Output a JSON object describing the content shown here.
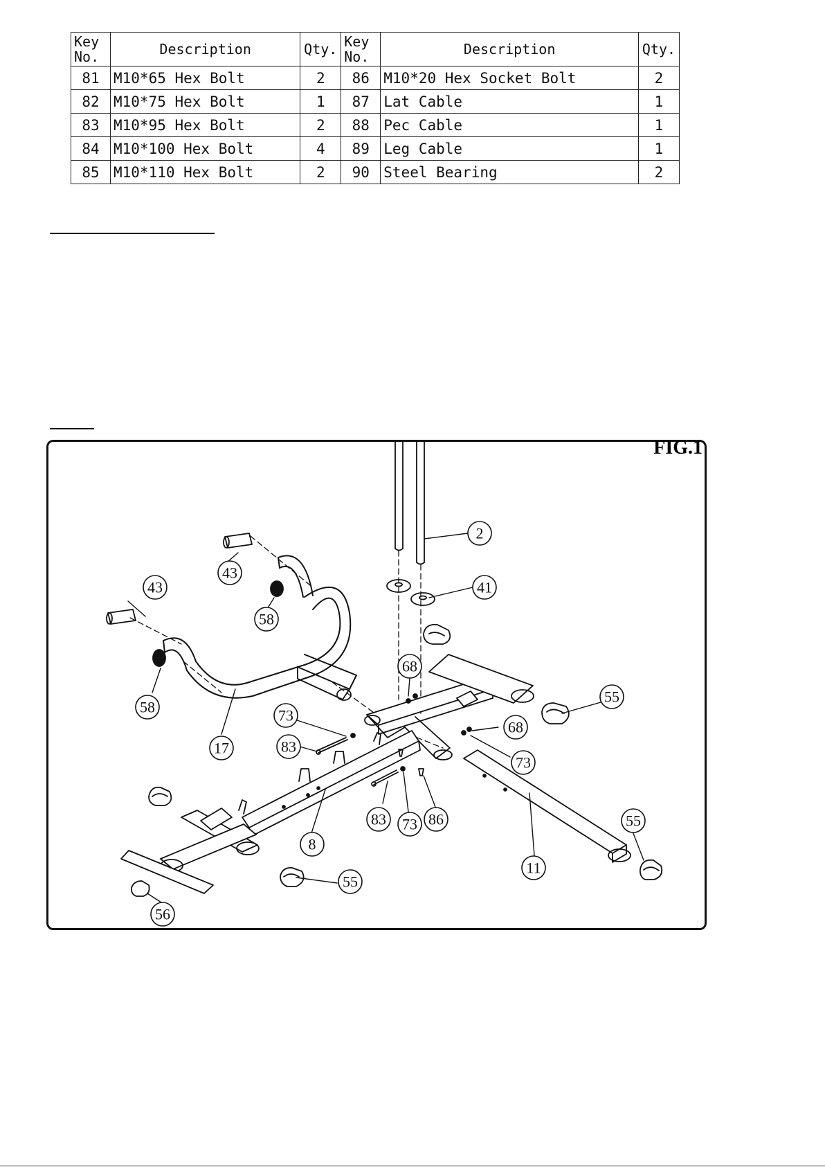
{
  "parts_table": {
    "headers": {
      "key_no_line1": "Key",
      "key_no_line2": "No.",
      "description": "Description",
      "qty": "Qty."
    },
    "rows": [
      {
        "left": {
          "key": "81",
          "desc": "M10*65 Hex Bolt",
          "qty": "2"
        },
        "right": {
          "key": "86",
          "desc": "M10*20 Hex Socket Bolt",
          "qty": "2"
        }
      },
      {
        "left": {
          "key": "82",
          "desc": "M10*75 Hex Bolt",
          "qty": "1"
        },
        "right": {
          "key": "87",
          "desc": "Lat Cable",
          "qty": "1"
        }
      },
      {
        "left": {
          "key": "83",
          "desc": "M10*95 Hex Bolt",
          "qty": "2"
        },
        "right": {
          "key": "88",
          "desc": "Pec Cable",
          "qty": "1"
        }
      },
      {
        "left": {
          "key": "84",
          "desc": "M10*100 Hex Bolt",
          "qty": "4"
        },
        "right": {
          "key": "89",
          "desc": "Leg Cable",
          "qty": "1"
        }
      },
      {
        "left": {
          "key": "85",
          "desc": "M10*110 Hex Bolt",
          "qty": "2"
        },
        "right": {
          "key": "90",
          "desc": "Steel Bearing",
          "qty": "2"
        }
      }
    ]
  },
  "figure": {
    "title": "FIG.1",
    "callouts": {
      "c2": "2",
      "c41": "41",
      "c43a": "43",
      "c43b": "43",
      "c58a": "58",
      "c58b": "58",
      "c17": "17",
      "c68a": "68",
      "c68b": "68",
      "c73a": "73",
      "c73b": "73",
      "c73c": "73",
      "c83a": "83",
      "c83b": "83",
      "c86": "86",
      "c8": "8",
      "c11": "11",
      "c55a": "55",
      "c55b": "55",
      "c55c": "55",
      "c56": "56"
    }
  }
}
